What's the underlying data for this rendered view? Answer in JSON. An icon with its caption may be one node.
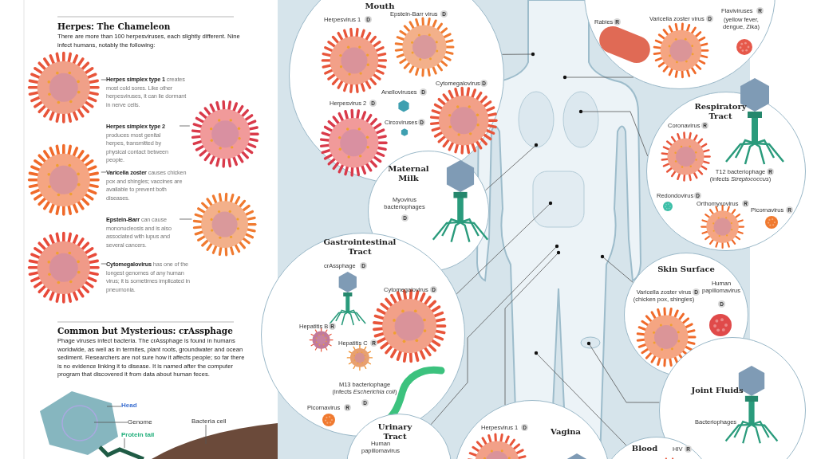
{
  "diagram": {
    "nodes": [
      {
        "text": [
          "**Herpes simplex type 1** creates most cold sores. Like other herpesviruses, it can lie dormant in nerve cells."
        ]
      },
      {
        "text": [],
        "shape": "picture"
      },
      {
        "text": [
          "**Herpes simplex type 2** produces most genital herpes, transmitted by physical contact between people."
        ]
      },
      {
        "text": [],
        "shape": "picture"
      },
      {
        "text": [
          "**Varicella zoster** causes chicken pox and shingles; vaccines are available to prevent both diseases."
        ]
      },
      {
        "text": [],
        "shape": "picture"
      },
      {
        "text": [
          "**Epstein-Barr** can cause mononucleosis and is also associated with lupus and several cancers."
        ]
      },
      {
        "text": [],
        "shape": "picture"
      },
      {
        "text": [
          "**Cytomegalovirus** has one of the longest genomes of any human virus; it is sometimes implicated in pneumonia."
        ]
      },
      {
        "text": [],
        "shape": "picture"
      },
      {
        "text": [
          "Head"
        ]
      },
      {
        "text": [
          "Genome"
        ]
      },
      {
        "text": [
          "Protein tail"
        ]
      },
      {
        "text": [
          "Bacteria cell"
        ]
      },
      {
        "text": [
          "Mouth",
          "Herpesvirus 1",
          "D",
          "Epstein-Barr virus",
          "D",
          "Cytomegalovirus",
          "D",
          "Anelloviruses",
          "D",
          "Herpesvirus 2",
          "D",
          "Circoviruses",
          "D"
        ]
      },
      {
        "text": [
          "Rabies",
          "R",
          "Varicella zoster virus",
          "D",
          "Flaviviruses",
          "R",
          "(yellow fever, dengue, Zika)"
        ]
      },
      {
        "text": [
          "Maternal Milk",
          "Myovirus bacteriophages",
          "D"
        ]
      },
      {
        "text": [
          "Respiratory Tract",
          "Coronavirus",
          "R",
          "T12 bacteriophage (infects *Streptococcus*)",
          "R",
          "Redondovirus",
          "D",
          "Orthomyxovirus",
          "R",
          "Picornavirus",
          "R"
        ]
      },
      {
        "text": [
          "Gastrointestinal Tract",
          "crAssphage",
          "D",
          "Cytomegalovirus",
          "D",
          "Hepatitis B",
          "R",
          "Hepatitis C",
          "R",
          "M13 bacteriophage (infects *Escherichia coli*)",
          "D",
          "Picornavirus",
          "R"
        ]
      },
      {
        "text": [
          "Skin Surface",
          "Varicella zoster virus (chicken pox, shingles)",
          "D",
          "Human papillomavirus",
          "D"
        ]
      },
      {
        "text": [
          "Joint Fluids",
          "Bacteriophages"
        ]
      },
      {
        "text": [
          "Urinary Tract",
          "Human papillomavirus"
        ]
      },
      {
        "text": [
          "Herpesvirus 1",
          "D",
          "Vagina"
        ]
      },
      {
        "text": [
          "Blood",
          "HIV",
          "R"
        ]
      }
    ],
    "edges": [
      {
        "from": 0,
        "to": 1,
        "arrow": "none"
      },
      {
        "from": 2,
        "to": 3,
        "arrow": "none"
      },
      {
        "from": 4,
        "to": 5,
        "arrow": "none"
      },
      {
        "from": 6,
        "to": 7,
        "arrow": "none"
      },
      {
        "from": 8,
        "to": 9,
        "arrow": "none"
      },
      {
        "from": 10,
        "to": null,
        "arrow": "none"
      },
      {
        "from": 11,
        "to": null,
        "arrow": "none"
      },
      {
        "from": 12,
        "to": null,
        "arrow": "none"
      },
      {
        "from": 13,
        "to": null,
        "arrow": "none"
      },
      {
        "from": 14,
        "to": null,
        "arrow": "other"
      },
      {
        "from": 15,
        "to": null,
        "arrow": "other"
      },
      {
        "from": 16,
        "to": null,
        "arrow": "other"
      },
      {
        "from": 17,
        "to": null,
        "arrow": "other"
      },
      {
        "from": 18,
        "to": null,
        "arrow": "other"
      },
      {
        "from": 19,
        "to": null,
        "arrow": "other"
      },
      {
        "from": 20,
        "to": null,
        "arrow": "other"
      },
      {
        "from": 21,
        "to": null,
        "arrow": "other"
      },
      {
        "from": 22,
        "to": null,
        "arrow": "other"
      },
      {
        "from": 23,
        "to": null,
        "arrow": "other"
      }
    ],
    "labels": [
      "Herpes: The Chameleon",
      "There are more than 100 herpesviruses, each slightly different. Nine infect humans, notably the following:",
      "Common but Mysterious: crAssphage",
      "Phage viruses infect bacteria. The crAssphage is found in humans worldwide, as well as in termites, plant roots, groundwater and ocean sediment. Researchers are not sure how it affects people; so far there is no evidence linking it to disease. It is named after the computer program that discovered it from data about human feces."
    ]
  }
}
